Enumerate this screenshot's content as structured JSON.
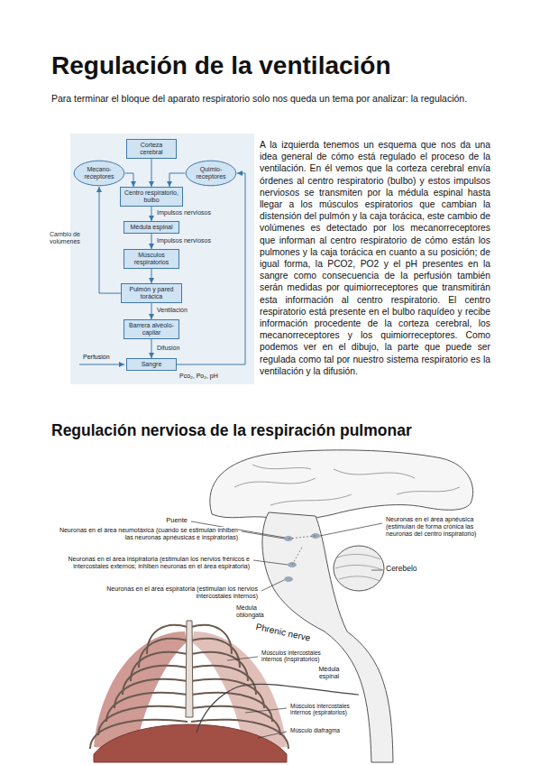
{
  "diagram": {
    "title": "Regulación de la ventilación",
    "nodes": [
      {
        "text": [
          "Corteza cerebral"
        ]
      },
      {
        "text": [
          "Mecano- receptores"
        ]
      },
      {
        "text": [
          "Quimio- receptores"
        ]
      },
      {
        "text": [
          "Centro respiratorio, bulbo"
        ]
      },
      {
        "text": [
          "Médula espinal"
        ]
      },
      {
        "text": [
          "Músculos respiratorios"
        ]
      },
      {
        "text": [
          "Pulmón y pared torácica"
        ]
      },
      {
        "text": [
          "Barrera alvéolo-capilar"
        ]
      },
      {
        "text": [
          "Sangre"
        ]
      }
    ],
    "edges": [
      {
        "from": 0,
        "to": 3,
        "arrow": "to"
      },
      {
        "from": 1,
        "to": 3,
        "arrow": "to"
      },
      {
        "from": 2,
        "to": 3,
        "arrow": "to"
      },
      {
        "from": 3,
        "to": 4,
        "label": "Impulsos nerviosos",
        "arrow": "to"
      },
      {
        "from": 4,
        "to": 5,
        "label": "Impulsos nerviosos",
        "arrow": "to"
      },
      {
        "from": 5,
        "to": 6,
        "arrow": "to"
      },
      {
        "from": 6,
        "to": 7,
        "label": "Ventilación",
        "arrow": "to"
      },
      {
        "from": 7,
        "to": 8,
        "label": "Difusión",
        "arrow": "to"
      },
      {
        "from": 6,
        "to": 1,
        "label": "Cambio de volúmenes",
        "arrow": "to"
      },
      {
        "from": 8,
        "to": 2,
        "arrow": "to"
      }
    ],
    "labels": [
      "Para terminar el bloque del aparato respiratorio solo nos queda un tema por analizar: la regulación.",
      "A la izquierda tenemos un esquema que nos da una idea general de cómo está regulado el proceso de la ventilación. En él vemos que la corteza cerebral envía órdenes al centro respiratorio (bulbo) y estos impulsos nerviosos se transmiten por la médula espinal hasta llegar a los músculos espiratorios que cambian la distensión del pulmón y la caja torácica, este cambio de volúmenes es detectado por los mecanorreceptores que informan al centro respiratorio de cómo están los pulmones y la caja torácica en cuanto a su posición; de igual forma, la PCO2, PO2 y el pH presentes en la sangre como consecuencia de la perfusión también serán medidas por quimiorreceptores que transmitirán esta información al centro respiratorio. El centro respiratorio está presente en el bulbo raquídeo y recibe información procedente de la corteza cerebral, los mecanorreceptores y los quimiorreceptores. Como podemos ver en el dibujo, la parte que puede ser regulada como tal por nuestro sistema respiratorio es la ventilación y la difusión.",
      "Regulación nerviosa de la respiración pulmonar",
      "Perfusión",
      "Pco₂, Po₂, pH",
      "Puente",
      "Neuronas en el área neumotáxica (cuando se estimulan inhiben las neuronas apnéusicas e inspiratorias)",
      "Neuronas en el área inspiratoria (estimulan los nervios frénicos e intercostales externos; inhiben neuronas en el área espiratoria)",
      "Neuronas en el área espiratoria (estimulan los nervios intercostales internos)",
      "Médula oblongata",
      "Phrenic nerve",
      "Músculos intercostales internos (inspiratorios)",
      "Médula espinal",
      "Músculos intercostales internos (espiratorios)",
      "Músculo diafragma",
      "Neuronas en el área apnéusica (estimulan de forma crónica las neuronas del centro inspiratorio)",
      "Cerebelo"
    ]
  }
}
